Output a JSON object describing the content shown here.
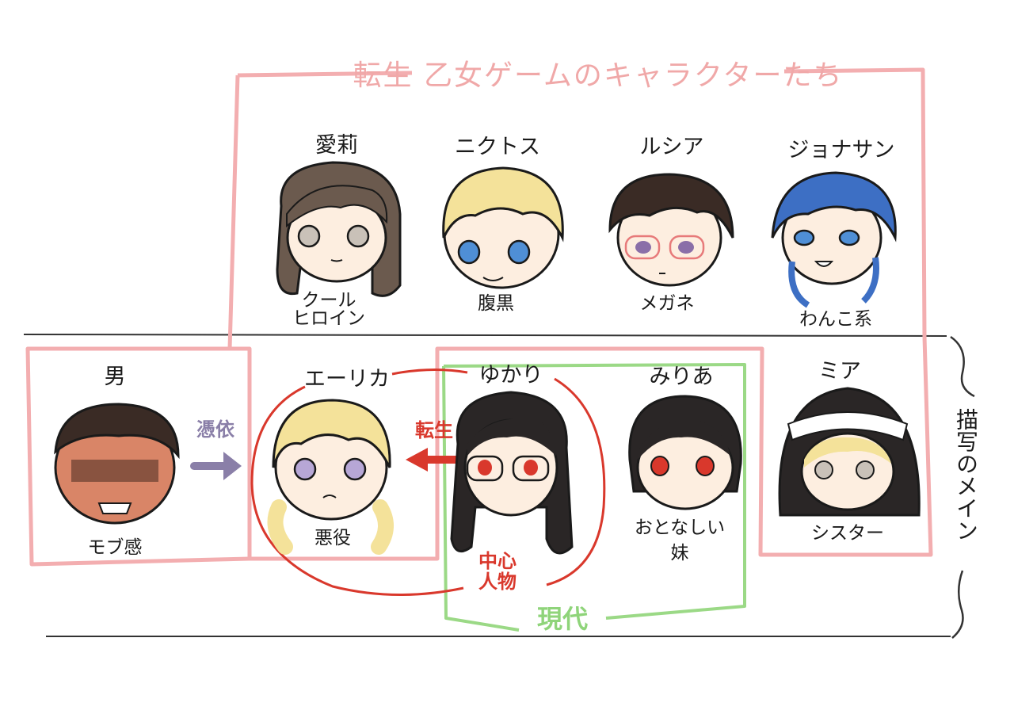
{
  "group_title": "転生 乙女ゲームのキャラクターたち",
  "side_label": "描写のメイン",
  "present_label": "現代",
  "relations": {
    "possession": "憑依",
    "reincarnation": "転生",
    "center": "中心\n人物"
  },
  "game_characters": [
    {
      "name": "愛莉",
      "tag": "クール\nヒロイン"
    },
    {
      "name": "ニクトス",
      "tag": "腹黒"
    },
    {
      "name": "ルシア",
      "tag": "メガネ"
    },
    {
      "name": "ジョナサン",
      "tag": "わんこ系"
    }
  ],
  "main_characters": [
    {
      "name": "男",
      "tag": "モブ感"
    },
    {
      "name": "エーリカ",
      "tag": "悪役"
    },
    {
      "name": "ゆかり",
      "tag": ""
    },
    {
      "name": "みりあ",
      "tag": "おとなしい\n妹"
    },
    {
      "name": "ミア",
      "tag": "シスター"
    }
  ],
  "colors": {
    "pink": "#f3aeb0",
    "green": "#9bd986",
    "red": "#d9382c",
    "purple": "#8a7fa8",
    "skin": "#fdeee0",
    "outline": "#1a1a1a"
  }
}
